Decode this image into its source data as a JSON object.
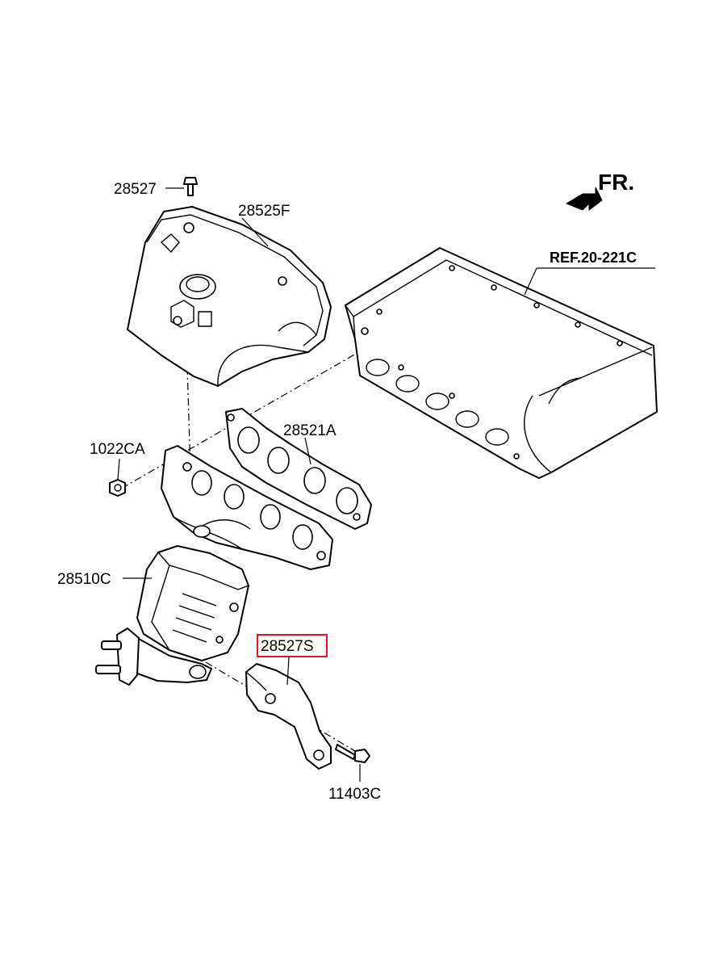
{
  "orientation": {
    "label": "FR."
  },
  "reference": {
    "label": "REF.20-221C"
  },
  "callouts": {
    "bolt_top": "28527",
    "heat_protector": "28525F",
    "gasket": "28521A",
    "nut": "1022CA",
    "manifold_catalyst": "28510C",
    "stay_bracket": "28527S",
    "flange_bolt": "11403C"
  },
  "highlight": {
    "part": "28527S",
    "color": "#e0161b"
  }
}
